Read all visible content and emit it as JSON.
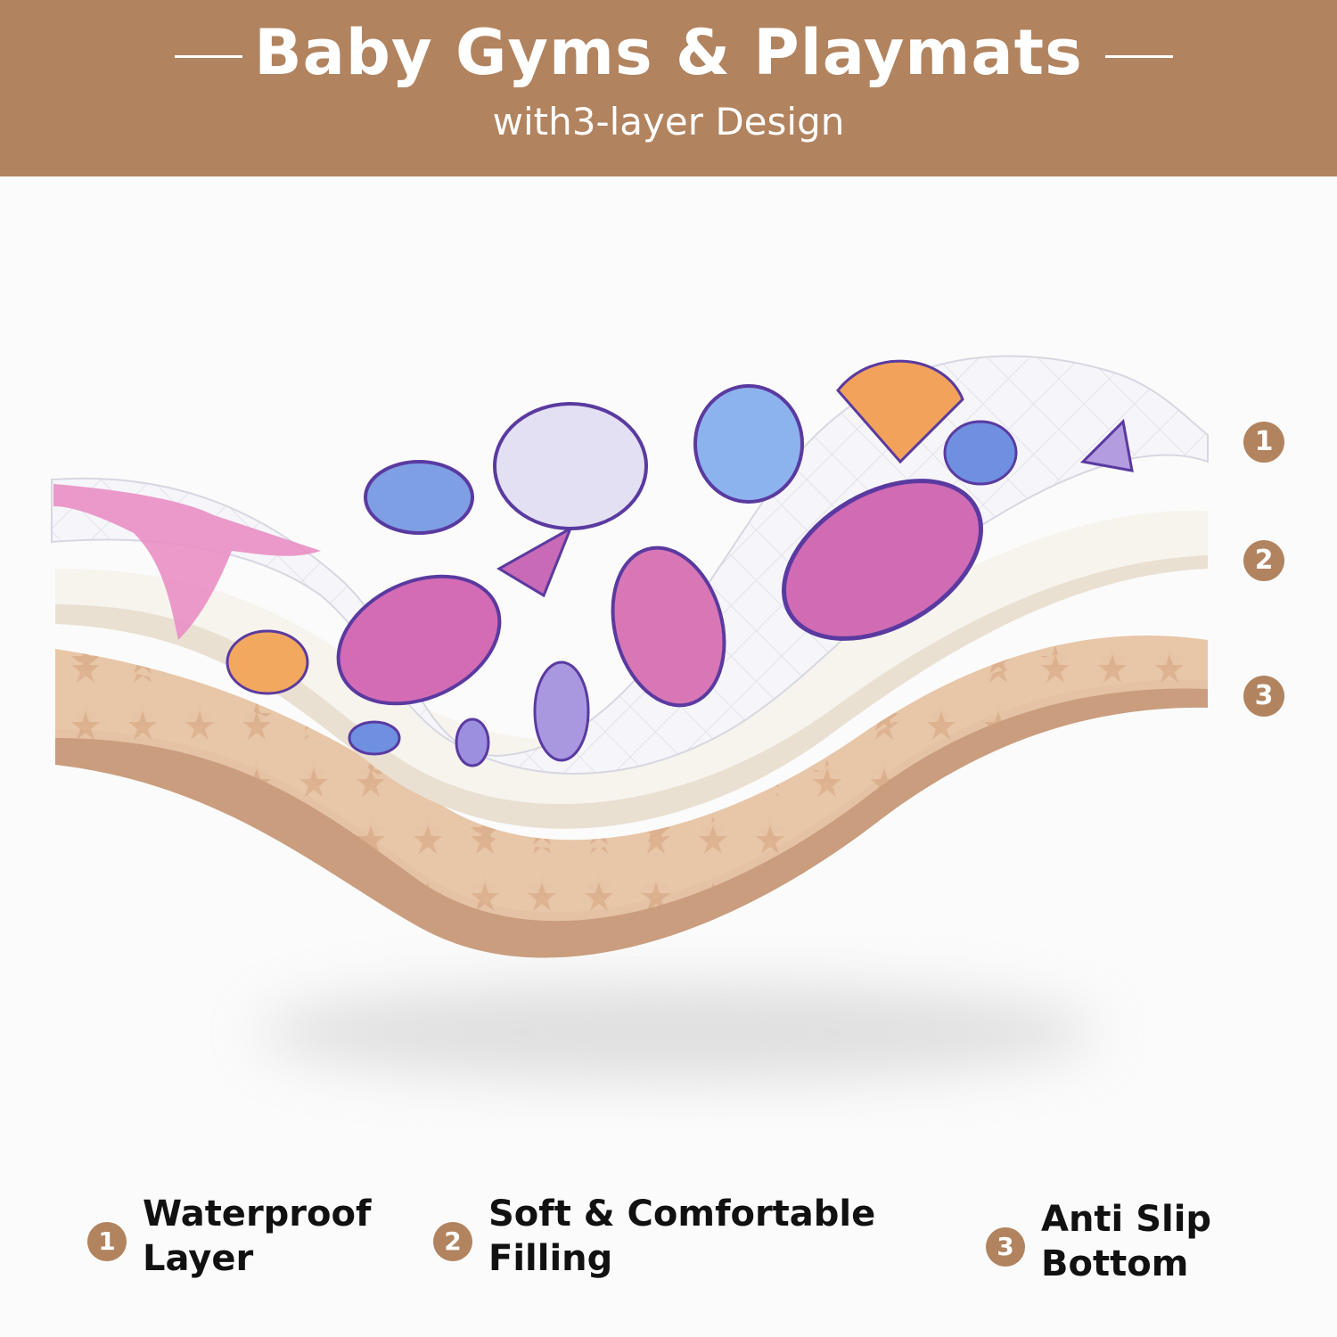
{
  "header": {
    "title": "Baby Gyms & Playmats",
    "subtitle": "with3-layer Design"
  },
  "layer_markers": [
    "1",
    "2",
    "3"
  ],
  "features": [
    {
      "number": "1",
      "line1": "Waterproof",
      "line2": "Layer"
    },
    {
      "number": "2",
      "line1": "Soft & Comfortable",
      "line2": "Filling"
    },
    {
      "number": "3",
      "line1": "Anti Slip",
      "line2": "Bottom"
    }
  ],
  "colors": {
    "brand": "#b1835f",
    "bottom_layer": "#e7c4a6",
    "filling_layer": "#f5f2eb",
    "shell_pink": "#c76fb6",
    "shell_blue": "#7b9be0",
    "shell_purple": "#6b4fb5",
    "shell_orange": "#f0a04f"
  }
}
